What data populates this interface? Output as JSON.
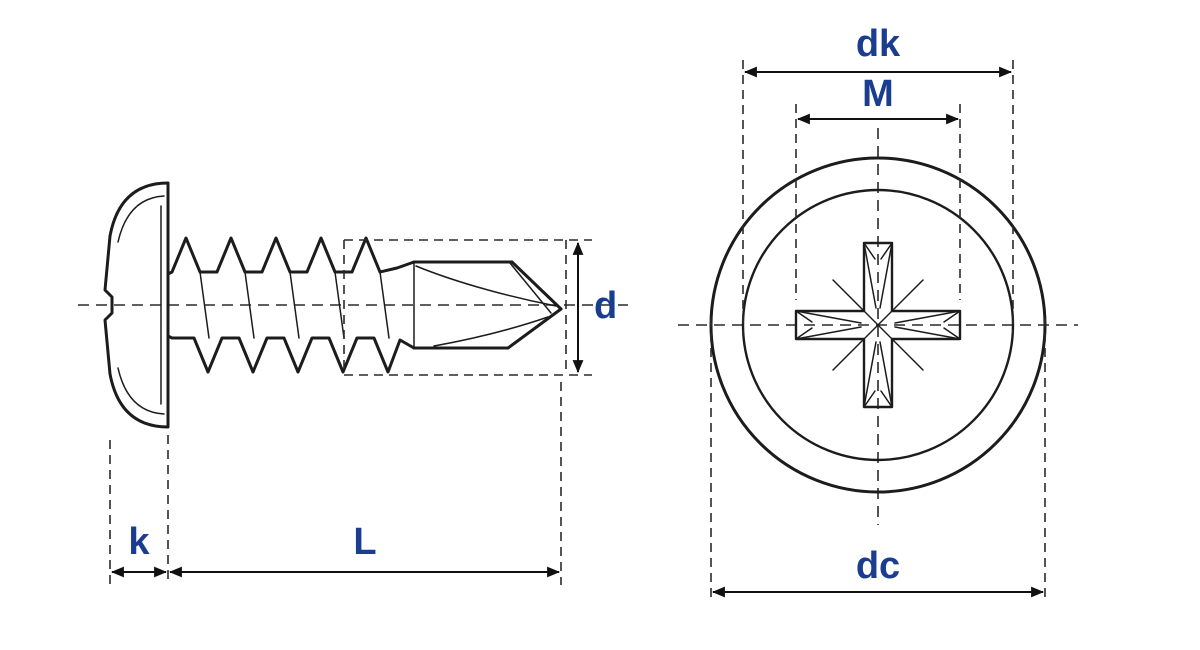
{
  "diagram": {
    "type": "technical-drawing",
    "subject": "self-drilling wafer head screw",
    "views": {
      "side": {
        "dimension_labels": {
          "k": "k",
          "L": "L",
          "d": "d"
        }
      },
      "front": {
        "dimension_labels": {
          "dk": "dk",
          "M": "M",
          "dc": "dc"
        }
      }
    },
    "colors": {
      "line": "#1c1c1c",
      "label": "#1b3d8f",
      "background": "#ffffff"
    }
  }
}
